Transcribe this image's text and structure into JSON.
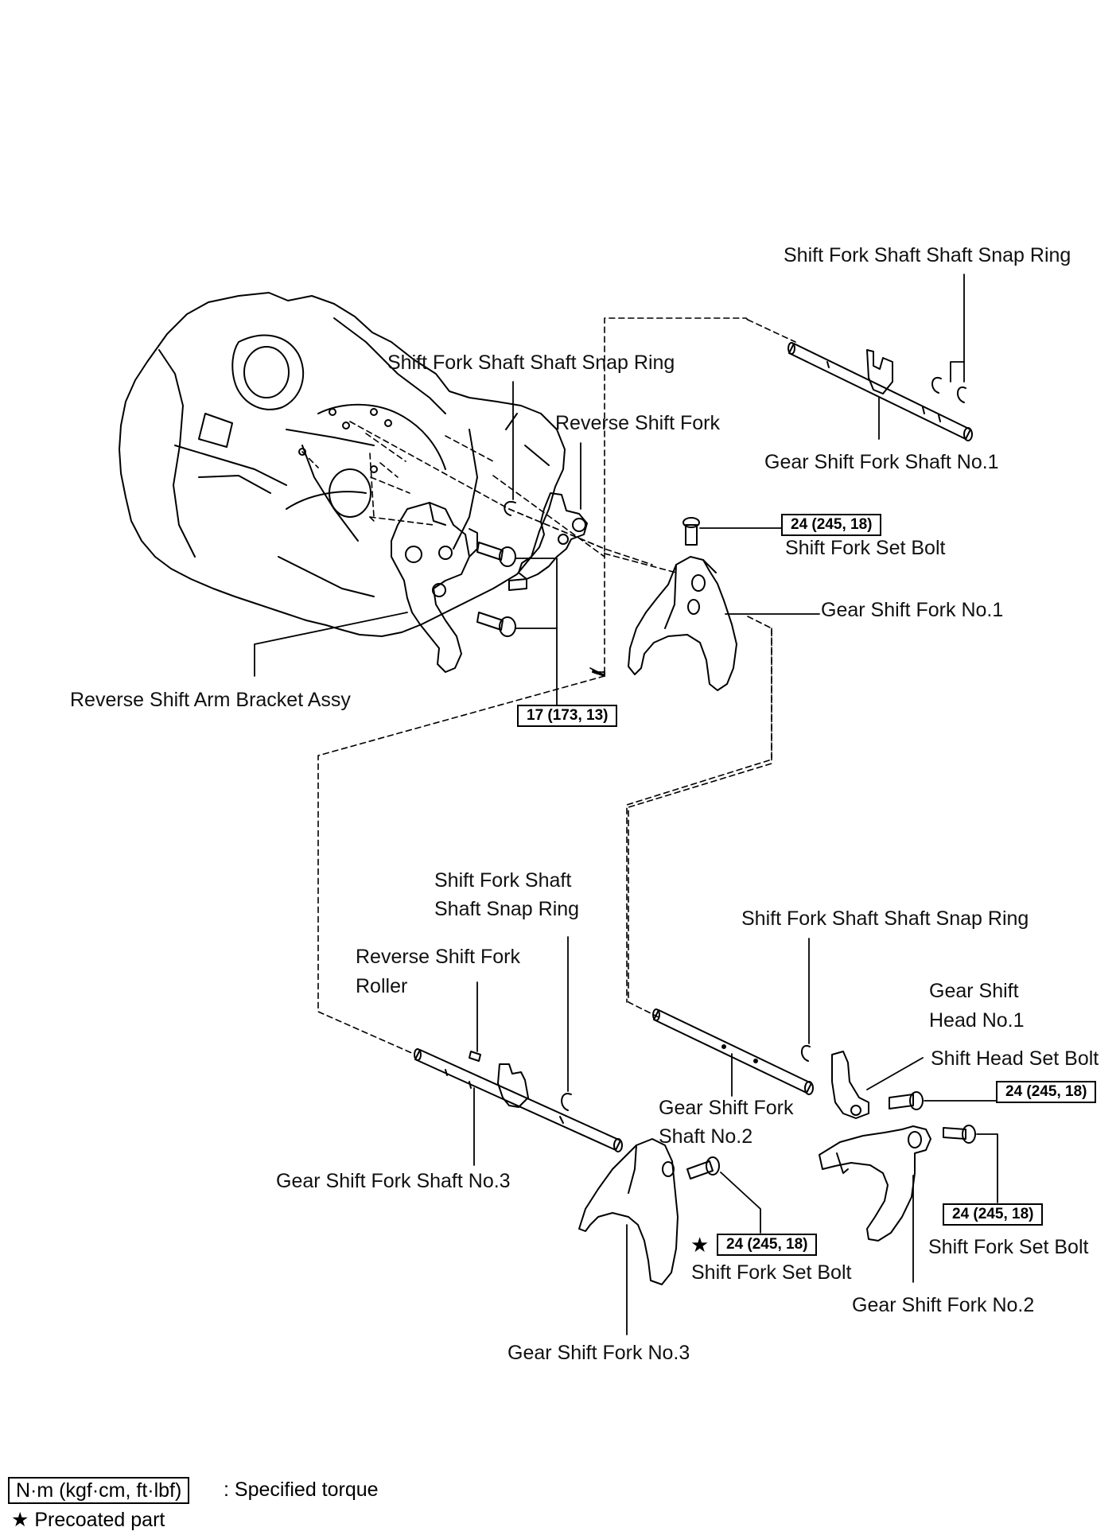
{
  "labels": {
    "snap_ring_top": "Shift Fork Shaft Shaft Snap Ring",
    "snap_ring_mid": "Shift Fork Shaft Shaft Snap Ring",
    "reverse_shift_fork": "Reverse Shift Fork",
    "gear_shift_fork_shaft_no1": "Gear Shift Fork Shaft No.1",
    "shift_fork_set_bolt_top": "Shift Fork Set Bolt",
    "gear_shift_fork_no1": "Gear Shift Fork No.1",
    "reverse_shift_arm_bracket": "Reverse Shift Arm Bracket Assy",
    "snap_ring_lower_left_l1": "Shift Fork Shaft",
    "snap_ring_lower_left_l2": "Shaft Snap Ring",
    "reverse_roller_l1": "Reverse Shift Fork",
    "reverse_roller_l2": "Roller",
    "snap_ring_lower_right": "Shift Fork Shaft Shaft Snap Ring",
    "gear_shift_head_l1": "Gear Shift",
    "gear_shift_head_l2": "Head No.1",
    "shift_head_set_bolt": "Shift Head Set Bolt",
    "gear_shift_fork_shaft_no2_l1": "Gear Shift Fork",
    "gear_shift_fork_shaft_no2_l2": "Shaft No.2",
    "gear_shift_fork_shaft_no3": "Gear Shift Fork Shaft No.3",
    "shift_fork_set_bolt_right": "Shift Fork Set Bolt",
    "shift_fork_set_bolt_center": "Shift Fork Set Bolt",
    "gear_shift_fork_no2": "Gear Shift Fork No.2",
    "gear_shift_fork_no3": "Gear Shift Fork No.3"
  },
  "torques": {
    "fork_no1_bolt": "24 (245, 18)",
    "bracket_bolts": "17 (173, 13)",
    "head_bolt": "24 (245, 18)",
    "fork_no2_bolt": "24 (245, 18)",
    "fork_no3_bolt": "24 (245, 18)"
  },
  "precoat_marker": "★",
  "legend": {
    "torque_units": "N·m (kgf·cm, ft·lbf)",
    "torque_desc": ": Specified torque",
    "precoat": "★ Precoated part"
  }
}
